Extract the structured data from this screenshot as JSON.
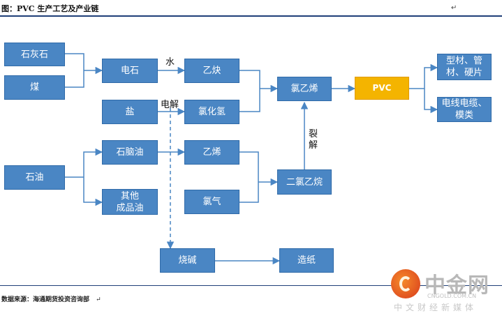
{
  "header": {
    "title": "图：PVC 生产工艺及产业链",
    "return_mark": "↵"
  },
  "footer": {
    "source": "数据来源：海通期货投资咨询部",
    "return_mark": "↵"
  },
  "nodes": {
    "limestone": "石灰石",
    "coal": "煤",
    "calcium_carbide": "电石",
    "acetylene": "乙炔",
    "salt": "盐",
    "hydrogen_chloride": "氯化氢",
    "vinyl_chloride": "氯乙烯",
    "pvc": "PVC",
    "profiles": "型材、管\n材、硬片",
    "cables": "电线电缆、\n模类",
    "petroleum": "石油",
    "naphtha": "石脑油",
    "ethylene": "乙烯",
    "other_oil": "其他\n成品油",
    "chlorine": "氯气",
    "dichloroethane": "二氯乙烷",
    "caustic_soda": "烧碱",
    "papermaking": "造纸"
  },
  "edge_labels": {
    "water": "水",
    "electrolysis": "电解",
    "cracking": "裂\n解"
  },
  "logo": {
    "name": "中金网",
    "url": "CNGOLD.COM.CN",
    "tagline": "中文财经新媒体"
  },
  "colors": {
    "box_fill": "#4a86c4",
    "pvc_fill": "#f4b400",
    "line": "#4a86c4",
    "rule": "#1f3f78"
  }
}
